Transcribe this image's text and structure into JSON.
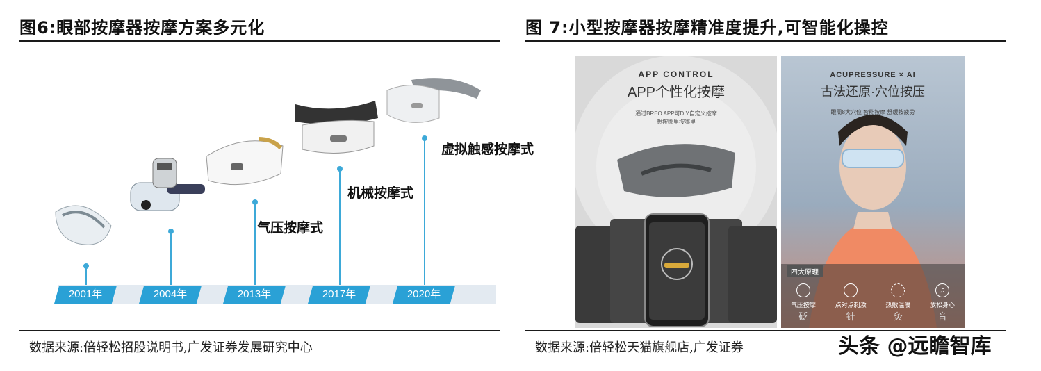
{
  "left": {
    "title": "图6:眼部按摩器按摩方案多元化",
    "source": "数据来源:倍轻松招股说明书,广发证券发展研究中心",
    "timeline": {
      "years": [
        "2001年",
        "2004年",
        "2013年",
        "2017年",
        "2020年"
      ],
      "stages": [
        "气压按摩式",
        "机械按摩式",
        "虚拟触感按摩式"
      ]
    }
  },
  "right": {
    "title": "图 7:小型按摩器按摩精准度提升,可智能化操控",
    "source": "数据来源:倍轻松天猫旗舰店,广发证券",
    "watermark": "头条 @远瞻智库",
    "app_photo": {
      "heading_en": "APP CONTROL",
      "heading_cn": "APP个性化按摩",
      "desc_line1": "通过BREO APP可DIY自定义按摩",
      "desc_line2": "想按哪里按哪里"
    },
    "acu_photo": {
      "heading_en": "ACUPRESSURE × AI",
      "heading_cn": "古法还原·穴位按压",
      "subtitle": "眼周8大穴位 智能按摩 舒缓按疲劳",
      "principles_label": "四大原理",
      "principles": [
        {
          "label": "气压按摩",
          "char": "砭"
        },
        {
          "label": "点对点刺激",
          "char": "针"
        },
        {
          "label": "热敷温暖",
          "char": "灸"
        },
        {
          "label": "放松身心",
          "char": "音"
        }
      ]
    }
  },
  "colors": {
    "accent": "#2aa1d6",
    "band": "#e3eaf1"
  }
}
